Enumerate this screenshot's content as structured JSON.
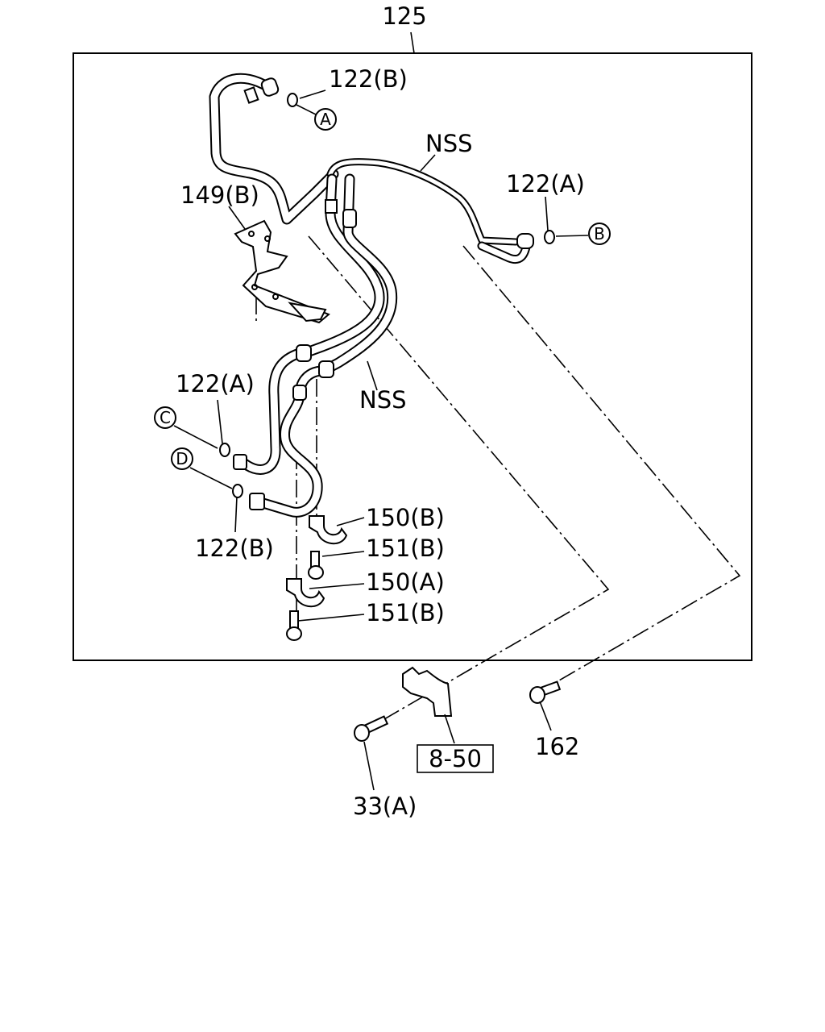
{
  "labels": {
    "top": "125",
    "p122b_top": "122(B)",
    "p122a_right": "122(A)",
    "nss_top": "NSS",
    "nss_mid": "NSS",
    "p149b": "149(B)",
    "p122a_left": "122(A)",
    "p122b_left": "122(B)",
    "p150b": "150(B)",
    "p151b_1": "151(B)",
    "p150a": "150(A)",
    "p151b_2": "151(B)",
    "p33a": "33(A)",
    "p162": "162",
    "ref_850": "8-50"
  },
  "markers": {
    "a": "A",
    "b": "B",
    "c": "C",
    "d": "D"
  }
}
